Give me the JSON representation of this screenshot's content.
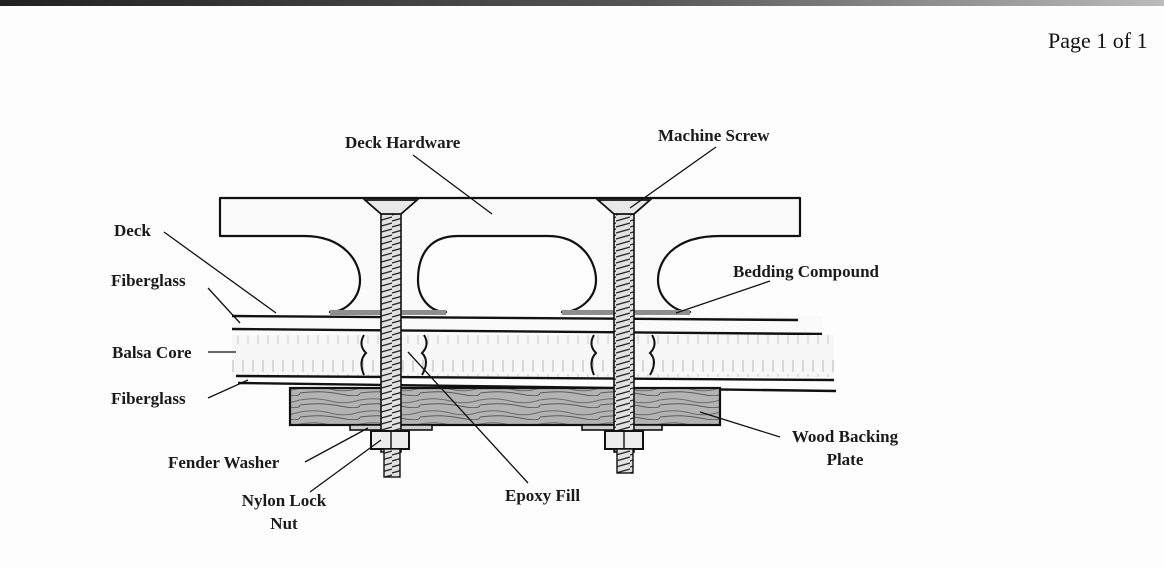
{
  "page": {
    "number_text": "Page 1 of 1"
  },
  "labels": {
    "deck_hardware": "Deck Hardware",
    "machine_screw": "Machine Screw",
    "deck": "Deck",
    "fiberglass_top": "Fiberglass",
    "bedding_compound": "Bedding Compound",
    "balsa_core": "Balsa Core",
    "fiberglass_bottom": "Fiberglass",
    "wood_backing_plate_1": "Wood Backing",
    "wood_backing_plate_2": "Plate",
    "fender_washer": "Fender Washer",
    "nylon_lock_nut_1": "Nylon Lock",
    "nylon_lock_nut_2": "Nut",
    "epoxy_fill": "Epoxy Fill"
  }
}
